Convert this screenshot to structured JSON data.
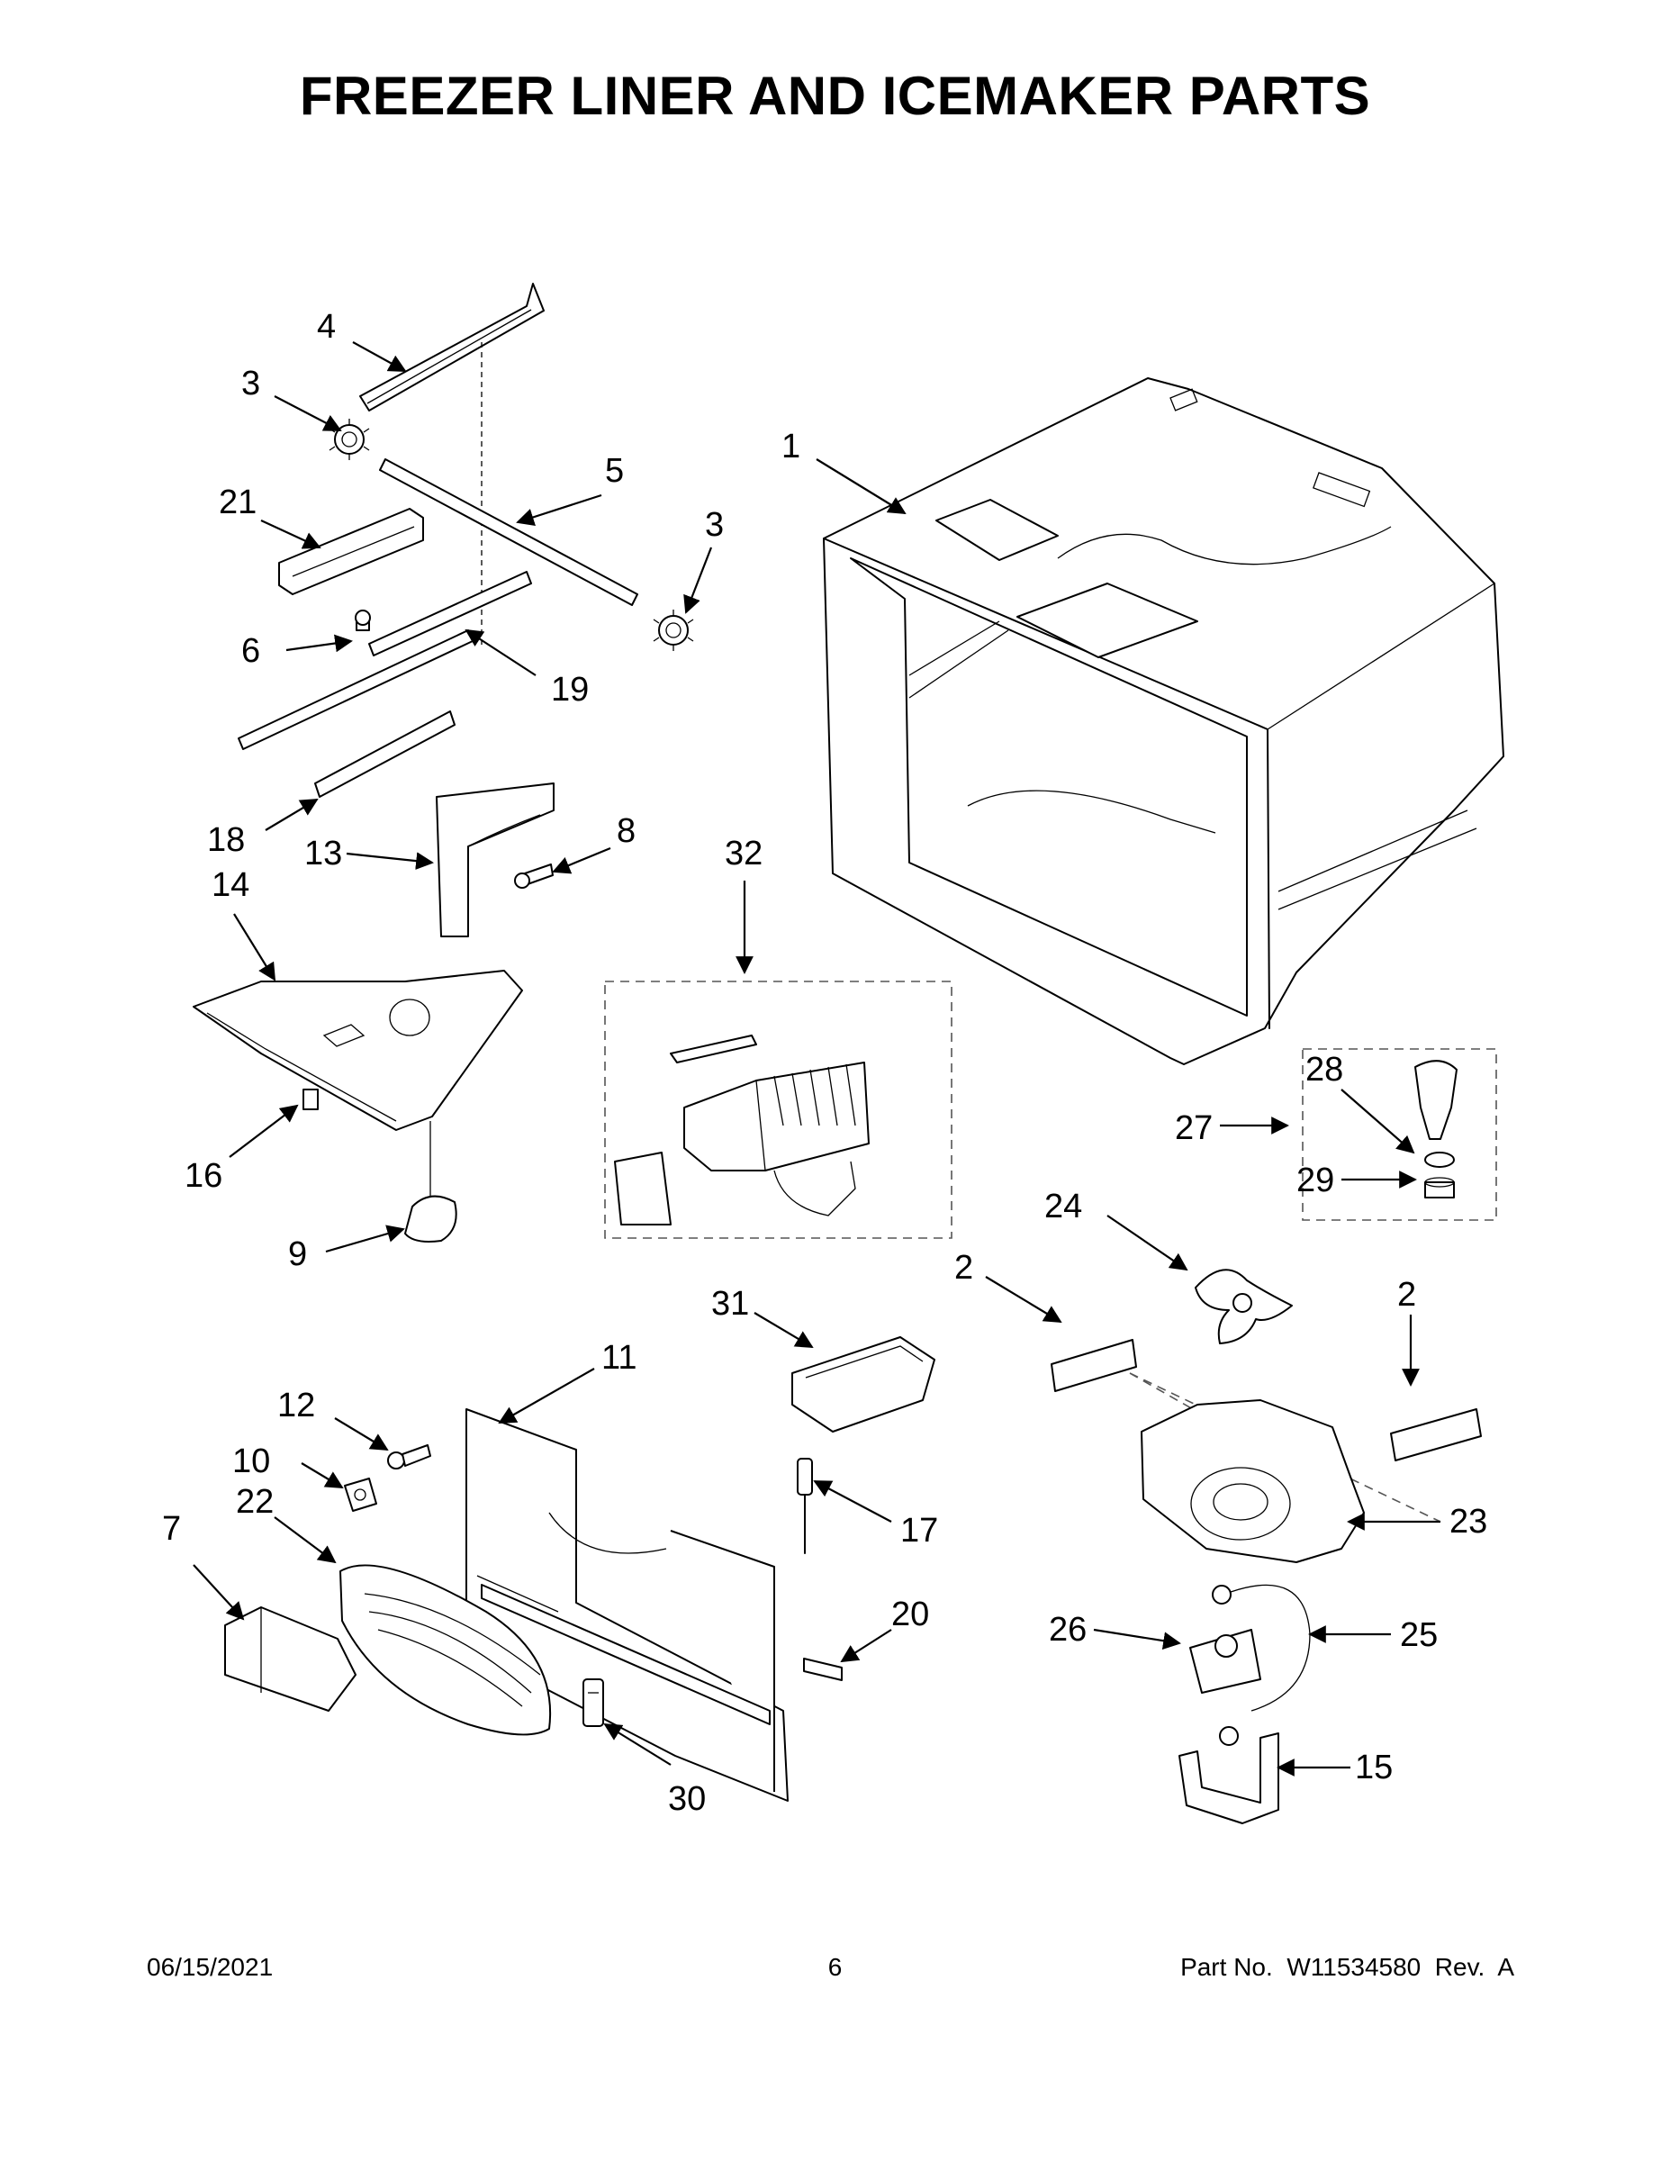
{
  "title": "FREEZER LINER AND ICEMAKER PARTS",
  "callouts": [
    "4",
    "3",
    "5",
    "1",
    "21",
    "3",
    "6",
    "19",
    "18",
    "13",
    "8",
    "32",
    "14",
    "28",
    "27",
    "16",
    "29",
    "24",
    "9",
    "2",
    "2",
    "31",
    "11",
    "12",
    "10",
    "22",
    "17",
    "23",
    "7",
    "20",
    "26",
    "25",
    "30",
    "15"
  ],
  "footer": {
    "date": "06/15/2021",
    "page": "6",
    "part_no": "Part No.  W11534580  Rev.  A"
  }
}
